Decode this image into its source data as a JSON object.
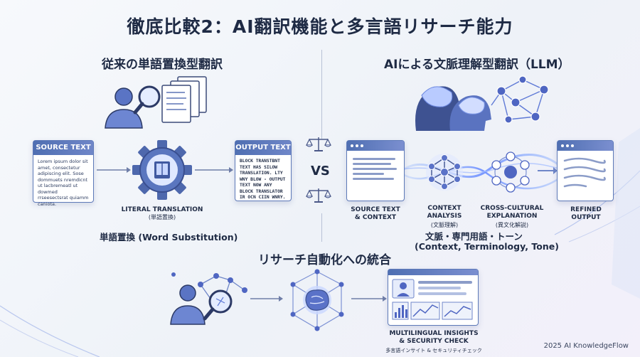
{
  "title": "徹底比較2：AI翻訳機能と多言語リサーチ能力",
  "left": {
    "heading": "従来の単語置換型翻訳",
    "source_card": {
      "label": "SOURCE TEXT",
      "body": "Lorem ipsum dolor sit amet, consectetur adipiscing elit. Sose dommuets nremdicnt ut lacbremeatl ut dowmed rrseesectsrat quiamm caniota."
    },
    "engine": {
      "label": "LITERAL TRANSLATION",
      "label_ja": "(単語置換)"
    },
    "output_card": {
      "label": "OUTPUT TEXT",
      "body": "BLOCK TRANSTBNT TEXT HAS SILOW TRANSLATION. LTY WNY BLOW - OUTPUT TEXT NOW ANY BLOCK TRANSLATOR IR OCN CIIN WNRY."
    },
    "summary": "単語置換 (Word Substitution)"
  },
  "vs": "VS",
  "right": {
    "heading": "AIによる文脈理解型翻訳（LLM）",
    "steps": [
      {
        "label": "SOURCE TEXT\n& CONTEXT"
      },
      {
        "label": "CONTEXT\nANALYSIS",
        "sub": "(文脈理解)"
      },
      {
        "label": "CROSS-CULTURAL\nEXPLANATION",
        "sub": "(異文化解説)"
      },
      {
        "label": "REFINED\nOUTPUT"
      }
    ],
    "summary_ja": "文脈・専門用語・トーン",
    "summary_en": "(Context, Terminology, Tone)"
  },
  "bottom": {
    "heading": "リサーチ自動化への統合",
    "result_label": "MULTILINGUAL INSIGHTS\n& SECURITY CHECK",
    "result_label_ja": "多言語インサイト & セキュリティチェック"
  },
  "footer": "2025 AI KnowledgeFlow",
  "colors": {
    "accent": "#5d79b8",
    "dark": "#1e2a44",
    "glow": "#7aa6ff"
  }
}
